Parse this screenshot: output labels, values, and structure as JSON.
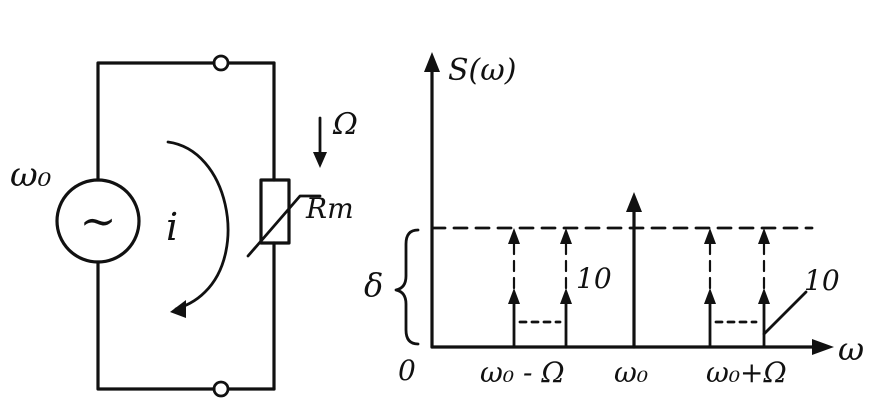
{
  "circuit": {
    "source_label": "ω₀",
    "source_symbol": "~",
    "current_label": "i",
    "pump_label": "Ω",
    "resistor_label": "Rm"
  },
  "spectrum": {
    "y_axis_label": "S(ω)",
    "x_axis_label": "ω",
    "origin_label": "0",
    "delta_label": "δ",
    "tick_left": "ω₀ - Ω",
    "tick_center": "ω₀",
    "tick_right": "ω₀+Ω",
    "count_left": "10",
    "count_right": "10"
  },
  "colors": {
    "ink": "#111111",
    "background": "#ffffff"
  }
}
